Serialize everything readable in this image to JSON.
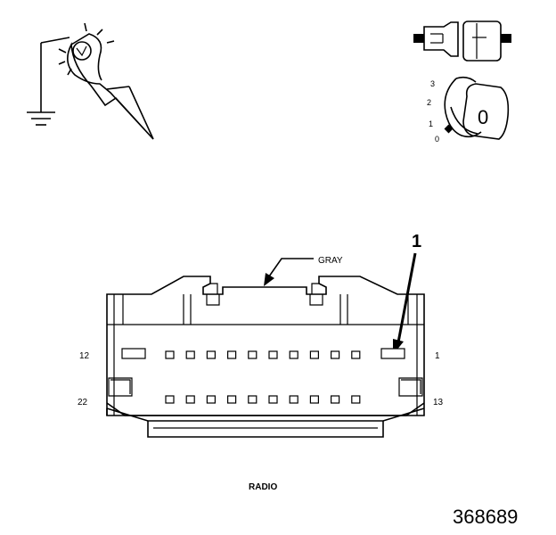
{
  "connector": {
    "color_label": "GRAY",
    "callout_number": "1",
    "pin_labels": {
      "top_left": "12",
      "top_right": "1",
      "bottom_left": "22",
      "bottom_right": "13"
    },
    "name": "RADIO"
  },
  "ignition_key": {
    "positions": [
      "3",
      "2",
      "1",
      "0"
    ],
    "key_label": "0"
  },
  "figure_id": "368689"
}
